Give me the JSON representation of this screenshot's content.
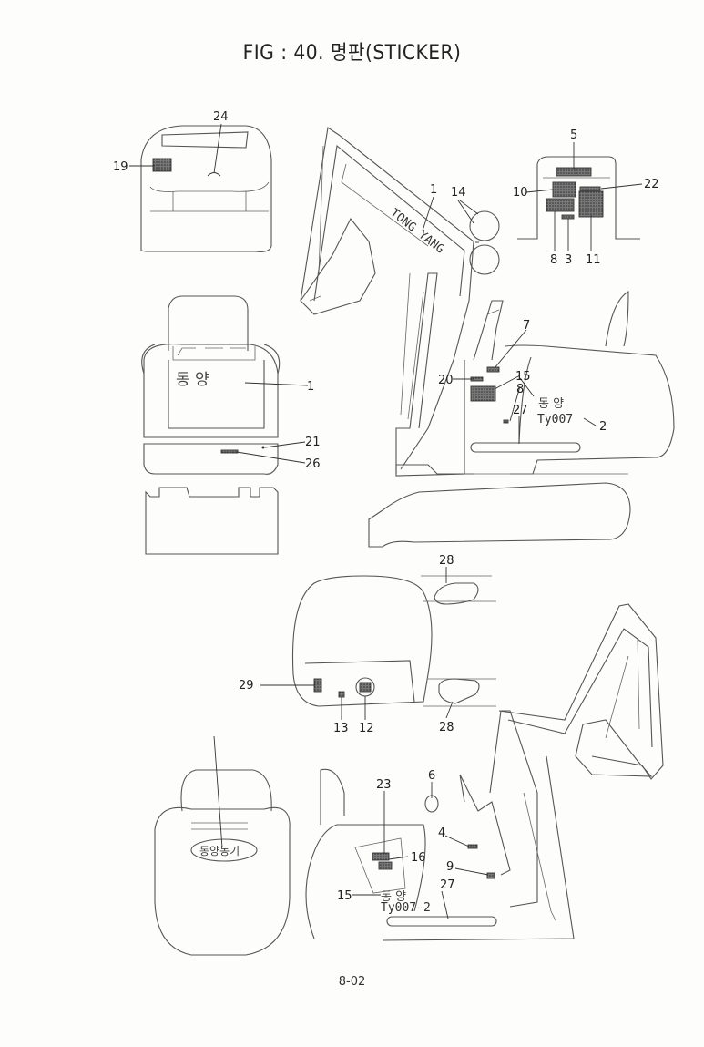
{
  "figure": {
    "title": "FIG : 40. 명판(STICKER)",
    "page_number": "8-02"
  },
  "callouts": [
    "1",
    "2",
    "3",
    "4",
    "5",
    "6",
    "7",
    "8",
    "9",
    "10",
    "11",
    "12",
    "13",
    "14",
    "15",
    "16",
    "19",
    "20",
    "21",
    "22",
    "23",
    "24",
    "26",
    "27",
    "28",
    "29"
  ],
  "sticker_text": {
    "boom_brand": "TONG YANG",
    "korean_brand": "동 양",
    "model": "Ty007",
    "model_front": "Ty007-2",
    "oval_badge": "동양농기"
  }
}
